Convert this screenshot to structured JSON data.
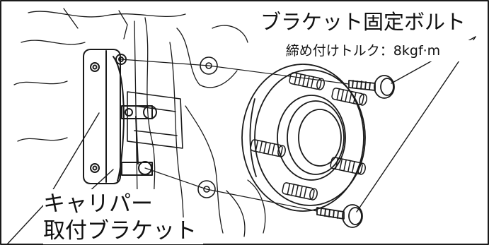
{
  "labels": {
    "bolt_title": "ブラケット固定ボルト",
    "bolt_torque": "締め付けトルク：8kgf·m",
    "caliper_line1": "キャリパー",
    "caliper_line2": "取付ブラケット"
  },
  "icons": {
    "bolt": "bolt-icon",
    "bracket": "caliper-bracket-icon",
    "hub": "wheel-hub-icon",
    "stud": "wheel-stud-icon"
  },
  "colors": {
    "line": "#1a1a1a",
    "background": "#ffffff"
  }
}
